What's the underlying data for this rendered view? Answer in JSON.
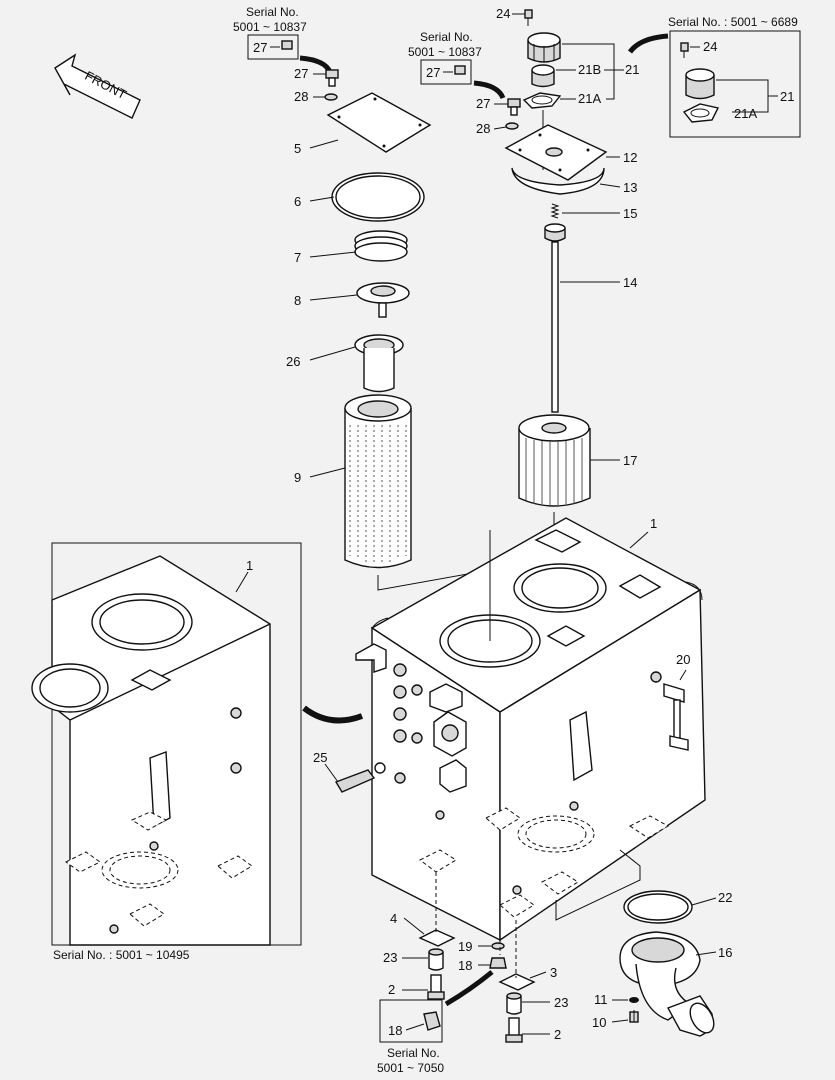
{
  "direction_label": "FRONT",
  "serial_notes": {
    "left_top_line1": "Serial No.",
    "left_top_line2": "5001 ~ 10837",
    "mid_top_line1": "Serial No.",
    "mid_top_line2": "5001 ~ 10837",
    "right_top": "Serial No. : 5001 ~ 6689",
    "inset": "Serial No. : 5001 ~ 10495",
    "bottom_line1": "Serial No.",
    "bottom_line2": "5001 ~ 7050"
  },
  "callouts": {
    "c27a": "27",
    "c27b": "27",
    "c28a": "28",
    "c5": "5",
    "c6": "6",
    "c7": "7",
    "c8": "8",
    "c26": "26",
    "c9": "9",
    "c27c": "27",
    "c27d": "27",
    "c28b": "28",
    "c24a": "24",
    "c21Ba": "21B",
    "c21a": "21",
    "c21Aa": "21A",
    "c12": "12",
    "c13": "13",
    "c15": "15",
    "c14": "14",
    "c17": "17",
    "c24b": "24",
    "c21b": "21",
    "c21Ab": "21A",
    "c1a": "1",
    "c1b": "1",
    "c20": "20",
    "c25": "25",
    "c22": "22",
    "c16": "16",
    "c11": "11",
    "c10": "10",
    "c4": "4",
    "c23a": "23",
    "c2a": "2",
    "c19": "19",
    "c18a": "18",
    "c3": "3",
    "c23b": "23",
    "c2b": "2",
    "c18b": "18"
  }
}
